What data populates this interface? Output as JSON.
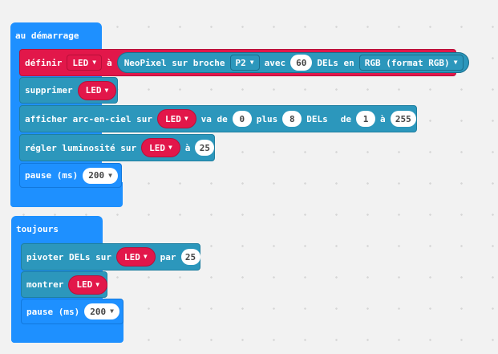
{
  "start_block": {
    "title": "au démarrage",
    "set_block": {
      "label": "définir",
      "variable": "LED",
      "to_label": "à",
      "neopixel_label": "NeoPixel sur broche",
      "pin": "P2",
      "with_label": "avec",
      "count": "60",
      "leds_label": "DELs en",
      "mode": "RGB (format RGB)"
    },
    "clear_block": {
      "label": "supprimer",
      "variable": "LED"
    },
    "rainbow_block": {
      "label": "afficher arc-en-ciel sur",
      "variable": "LED",
      "from_label": "va de",
      "from_value": "0",
      "range_label": "plus",
      "range_value": "8",
      "leds_label": "DELs",
      "hue_from_label": "de",
      "hue_from": "1",
      "hue_to_label": "à",
      "hue_to": "255"
    },
    "brightness_block": {
      "label": "régler luminosité sur",
      "variable": "LED",
      "to_label": "à",
      "value": "25"
    },
    "pause_block": {
      "label": "pause (ms)",
      "value": "200"
    }
  },
  "forever_block": {
    "title": "toujours",
    "rotate_block": {
      "label": "pivoter DELs sur",
      "variable": "LED",
      "by_label": "par",
      "value": "25"
    },
    "show_block": {
      "label": "montrer",
      "variable": "LED"
    },
    "pause_block": {
      "label": "pause (ms)",
      "value": "200"
    }
  },
  "colors": {
    "basic": "#1e90ff",
    "neopixel": "#2c97bc",
    "variable": "#e2174a"
  },
  "icons": {
    "dropdown": "caret-down-icon"
  }
}
